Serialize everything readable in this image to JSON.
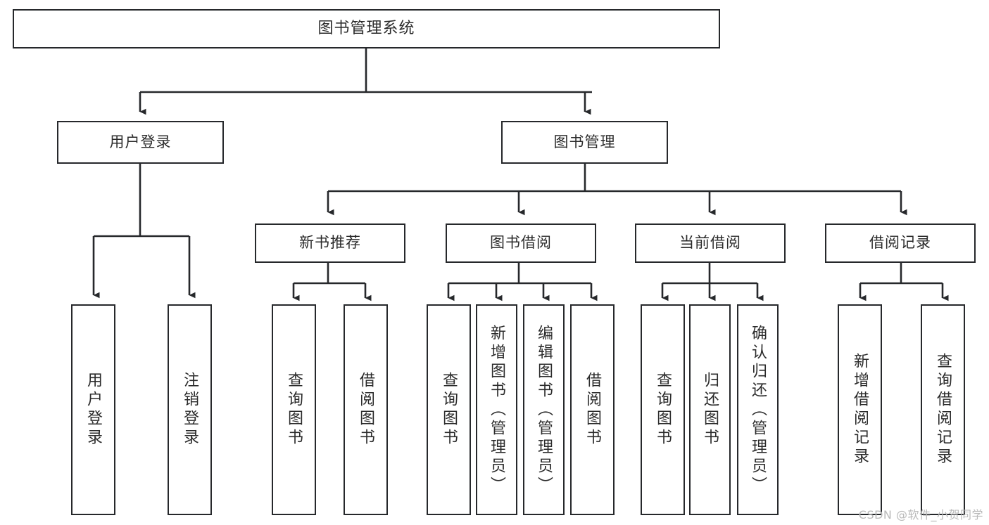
{
  "diagram": {
    "title": "图书管理系统",
    "type": "hierarchy-tree",
    "stroke_color": "#26282b",
    "fill_color": "#ffffff",
    "text_color": "#2b2b2b",
    "background": "#ffffff"
  },
  "nodes": {
    "root": {
      "label": "图书管理系统",
      "level": 0
    },
    "level1": [
      {
        "id": "user-login",
        "label": "用户登录"
      },
      {
        "id": "book-manage",
        "label": "图书管理"
      }
    ],
    "level2": [
      {
        "id": "new-book-recommend",
        "label": "新书推荐"
      },
      {
        "id": "book-borrow",
        "label": "图书借阅"
      },
      {
        "id": "current-borrow",
        "label": "当前借阅"
      },
      {
        "id": "borrow-record",
        "label": "借阅记录"
      }
    ],
    "leaves": [
      {
        "id": "leaf-user-login",
        "label": "用户登录",
        "parent": "user-login"
      },
      {
        "id": "leaf-logout-login",
        "label": "注销登录",
        "parent": "user-login"
      },
      {
        "id": "leaf-query-book-1",
        "label": "查询图书",
        "parent": "new-book-recommend"
      },
      {
        "id": "leaf-borrow-book-1",
        "label": "借阅图书",
        "parent": "new-book-recommend"
      },
      {
        "id": "leaf-query-book-2",
        "label": "查询图书",
        "parent": "book-borrow"
      },
      {
        "id": "leaf-add-book",
        "label": "新增图书（管理员）",
        "parent": "book-borrow"
      },
      {
        "id": "leaf-edit-book",
        "label": "编辑图书（管理员）",
        "parent": "book-borrow"
      },
      {
        "id": "leaf-borrow-book-2",
        "label": "借阅图书",
        "parent": "book-borrow"
      },
      {
        "id": "leaf-query-book-3",
        "label": "查询图书",
        "parent": "current-borrow"
      },
      {
        "id": "leaf-return-book",
        "label": "归还图书",
        "parent": "current-borrow"
      },
      {
        "id": "leaf-confirm-return",
        "label": "确认归还（管理员）",
        "parent": "current-borrow"
      },
      {
        "id": "leaf-add-record",
        "label": "新增借阅记录",
        "parent": "borrow-record"
      },
      {
        "id": "leaf-query-record",
        "label": "查询借阅记录",
        "parent": "borrow-record"
      }
    ]
  },
  "watermark": {
    "text": "CSDN @软件_小贺同学"
  }
}
